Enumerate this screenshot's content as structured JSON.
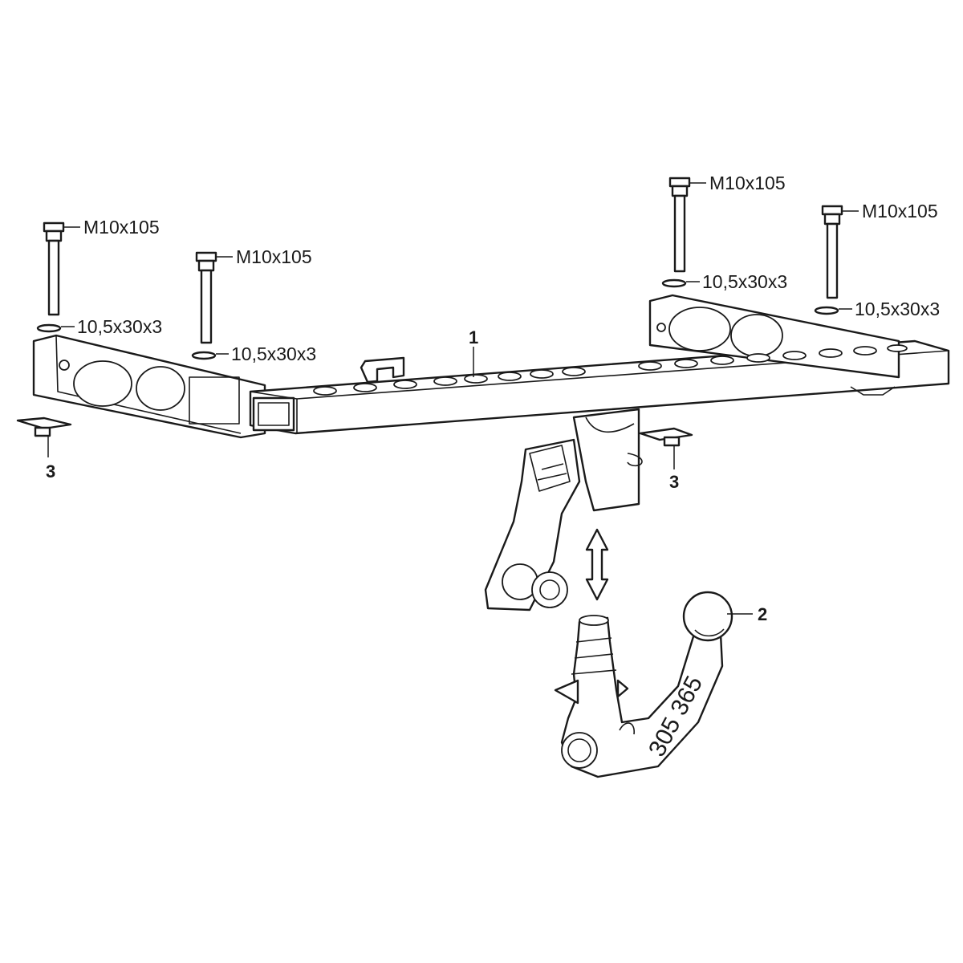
{
  "callouts": {
    "bolt_1": "M10x105",
    "bolt_2": "M10x105",
    "bolt_3": "M10x105",
    "bolt_4": "M10x105",
    "washer_1": "10,5x30x3",
    "washer_2": "10,5x30x3",
    "washer_3": "10,5x30x3",
    "washer_4": "10,5x30x3"
  },
  "parts": {
    "crossbar": "1",
    "tow_ball": "2",
    "plate_left": "3",
    "plate_right": "3"
  },
  "tow_ball_marking": "305 365"
}
